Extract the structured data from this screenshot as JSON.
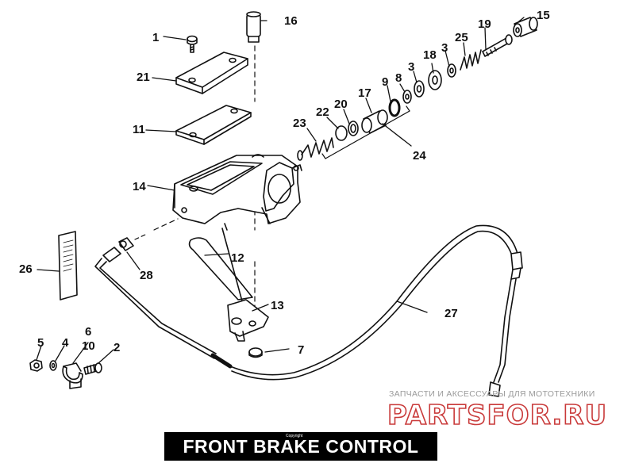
{
  "diagram": {
    "title": "FRONT BRAKE CONTROL",
    "copyright": "Copyright",
    "callouts": [
      {
        "id": "c1",
        "label": "1"
      },
      {
        "id": "c2",
        "label": "2"
      },
      {
        "id": "c3a",
        "label": "3"
      },
      {
        "id": "c3b",
        "label": "3"
      },
      {
        "id": "c4",
        "label": "4"
      },
      {
        "id": "c5",
        "label": "5"
      },
      {
        "id": "c6",
        "label": "6"
      },
      {
        "id": "c7",
        "label": "7"
      },
      {
        "id": "c8",
        "label": "8"
      },
      {
        "id": "c9",
        "label": "9"
      },
      {
        "id": "c10",
        "label": "10"
      },
      {
        "id": "c11",
        "label": "11"
      },
      {
        "id": "c12",
        "label": "12"
      },
      {
        "id": "c13",
        "label": "13"
      },
      {
        "id": "c14",
        "label": "14"
      },
      {
        "id": "c15",
        "label": "15"
      },
      {
        "id": "c16",
        "label": "16"
      },
      {
        "id": "c17",
        "label": "17"
      },
      {
        "id": "c18",
        "label": "18"
      },
      {
        "id": "c19",
        "label": "19"
      },
      {
        "id": "c20",
        "label": "20"
      },
      {
        "id": "c21",
        "label": "21"
      },
      {
        "id": "c22",
        "label": "22"
      },
      {
        "id": "c23",
        "label": "23"
      },
      {
        "id": "c24",
        "label": "24"
      },
      {
        "id": "c25",
        "label": "25"
      },
      {
        "id": "c26",
        "label": "26"
      },
      {
        "id": "c27",
        "label": "27"
      },
      {
        "id": "c28",
        "label": "28"
      }
    ]
  },
  "watermark": {
    "line1": "ЗАПЧАСТИ И АКСЕССУАРЫ ДЛЯ МОТОТЕХНИКИ",
    "logo": "PARTSFOR.RU",
    "logo_color": "#c93a3a"
  },
  "colors": {
    "ink": "#111111",
    "background": "#ffffff",
    "title_bar": "#000000"
  }
}
